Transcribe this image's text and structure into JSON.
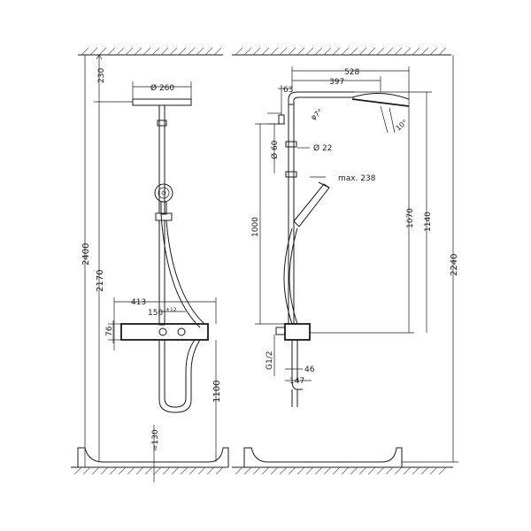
{
  "front_view": {
    "dims": {
      "head_diameter": "Ø 260",
      "ceiling_gap": "230",
      "total_height": "2400",
      "head_height": "2170",
      "thermostat_width": "413",
      "thermostat_spacing": "150",
      "thermostat_spacing_tol": "±12",
      "thermostat_depth": "76",
      "thermostat_height": "1100",
      "floor_offset": "≈130"
    }
  },
  "side_view": {
    "dims": {
      "arm_length": "528",
      "arm_center": "397",
      "wall_offset": "63",
      "tilt_angle": "φ7°",
      "head_tilt": "10°",
      "pipe_diameter_60": "Ø 60",
      "pipe_diameter_22": "Ø 22",
      "hand_shower_max": "max. 238",
      "riser_height": "1000",
      "head_to_valve": "1070",
      "head_top_to_valve": "1140",
      "overall_height": "2240",
      "connection": "G1/2",
      "connection_depth": "46",
      "hose_offset": "147"
    }
  }
}
